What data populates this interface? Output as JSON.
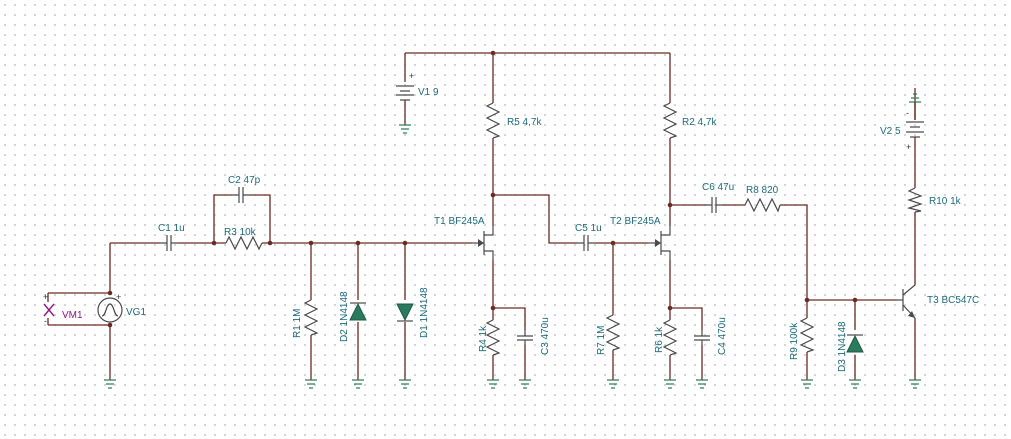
{
  "schematic": {
    "labels": {
      "V1": "V1 9",
      "V2": "V2 5",
      "VG1": "VG1",
      "VM1": "VM1",
      "C1": "C1 1u",
      "C2": "C2 47p",
      "C3": "C3 470u",
      "C4": "C4 470u",
      "C5": "C5 1u",
      "C6": "C6 47u",
      "R1": "R1 1M",
      "R2": "R2 4,7k",
      "R3": "R3 10k",
      "R4": "R4 1k",
      "R5": "R5 4,7k",
      "R6": "R6 1k",
      "R7": "R7 1M",
      "R8": "R8 820",
      "R9": "R9 100k",
      "R10": "R10 1k",
      "D1": "D1 1N4148",
      "D2": "D2 1N4148",
      "D3": "D3 1N4148",
      "T1": "T1 BF245A",
      "T2": "T2 BF245A",
      "T3": "T3 BC547C"
    },
    "signs": {
      "plus": "+",
      "minus": "-"
    },
    "colors": {
      "wire": "#6b2a24",
      "component": "#4a4a4a",
      "label": "#1a6a7a",
      "diode": "#2a7a5e",
      "meter": "#8a1a8a"
    }
  }
}
